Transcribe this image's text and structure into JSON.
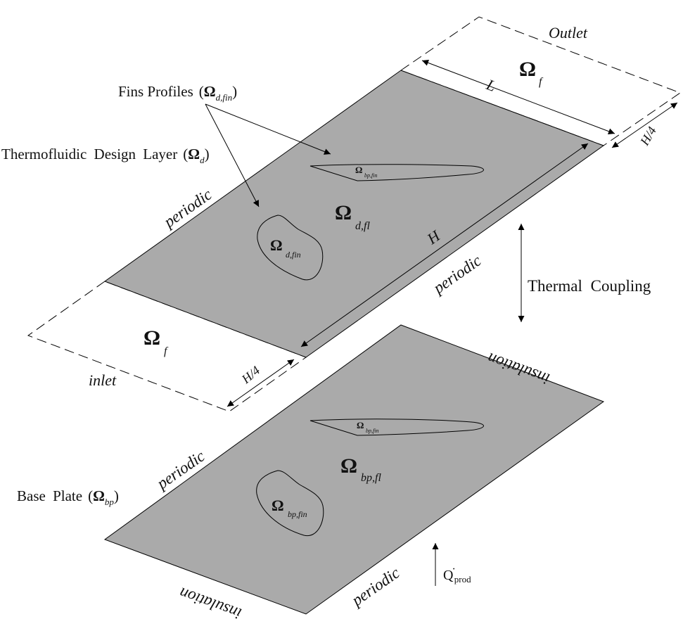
{
  "labels": {
    "outlet": "Outlet",
    "inlet": "inlet",
    "fins_profiles": "Fins Profiles",
    "design_layer": "Thermofluidic Design Layer",
    "base_plate": "Base Plate",
    "thermal_coupling": "Thermal Coupling",
    "periodic": "periodic",
    "insulation": "insulation",
    "dim_L": "L",
    "dim_H": "H",
    "dim_H4": "H/4",
    "omega": "Ω",
    "sub_f": "f",
    "sub_d": "d",
    "sub_dfin": "d,fin",
    "sub_dfl": "d,fl",
    "sub_bp": "bp",
    "sub_bpfin": "bp,fin",
    "sub_bpfl": "bp,fl",
    "Q": "Q",
    "Q_sub": "prod",
    "Q_dot": "·",
    "paren_open": "(",
    "paren_close": ")"
  },
  "colors": {
    "plate_fill": "#aaaaaa",
    "line": "#000000",
    "background": "#ffffff"
  }
}
